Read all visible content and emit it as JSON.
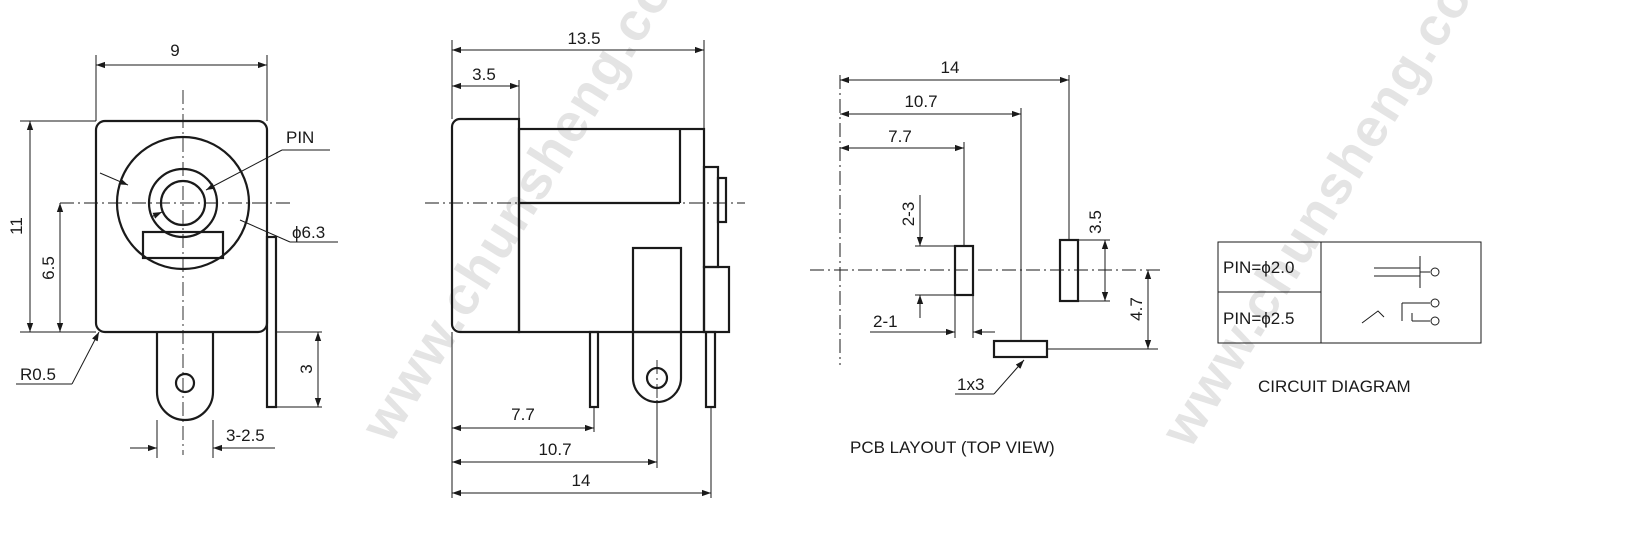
{
  "watermark": "www.chunsheng.com",
  "front_view": {
    "width": "9",
    "height": "11",
    "center_height": "6.5",
    "pin_label": "PIN",
    "diameter": "ϕ6.3",
    "radius": "R0.5",
    "tab_height": "3",
    "tab_offset": "3-2.5"
  },
  "side_view": {
    "length": "13.5",
    "step": "3.5",
    "pin1": "7.7",
    "pin2": "10.7",
    "pin3": "14"
  },
  "pcb_layout": {
    "title": "PCB LAYOUT (TOP VIEW)",
    "pos_14": "14",
    "pos_10_7": "10.7",
    "pos_7_7": "7.7",
    "slot_2_3": "2-3",
    "slot_3_5": "3.5",
    "slot_2_1": "2-1",
    "slot_4_7": "4.7",
    "slot_1x3": "1x3"
  },
  "circuit": {
    "title": "CIRCUIT DIAGRAM",
    "row1": "PIN=ϕ2.0",
    "row2": "PIN=ϕ2.5"
  }
}
